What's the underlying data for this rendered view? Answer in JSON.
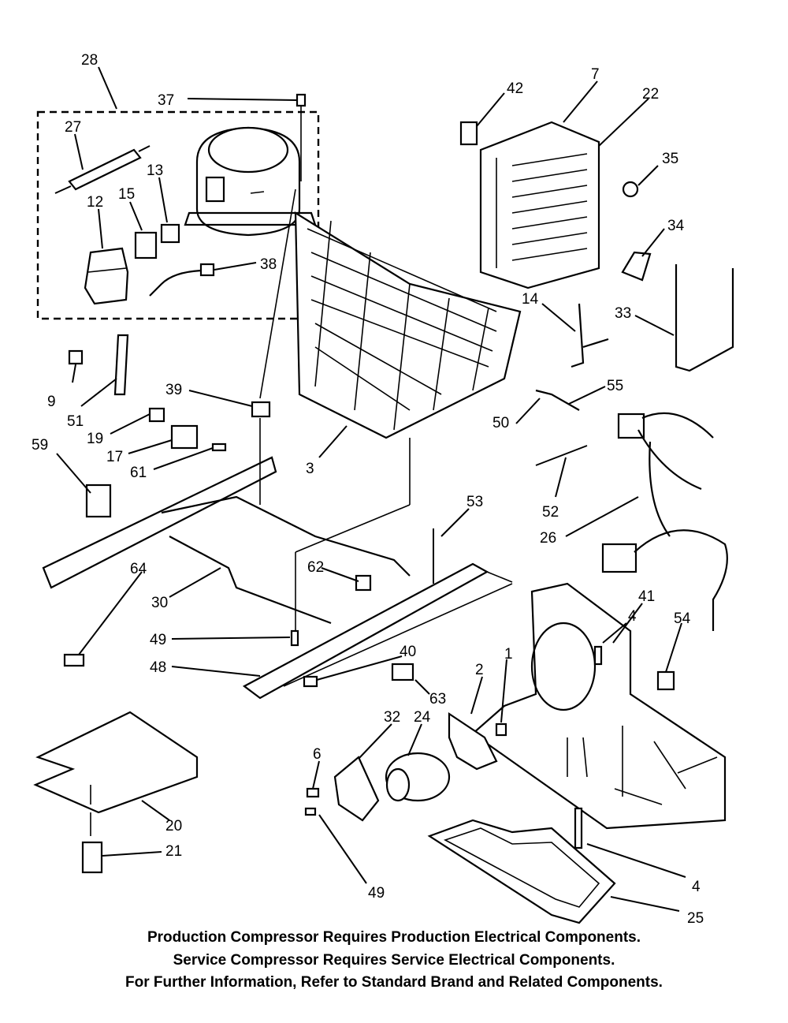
{
  "labels": {
    "l28": "28",
    "l37": "37",
    "l27": "27",
    "l13": "13",
    "l15": "15",
    "l12": "12",
    "l38": "38",
    "l42": "42",
    "l7": "7",
    "l22": "22",
    "l35": "35",
    "l34": "34",
    "l14": "14",
    "l33": "33",
    "l9": "9",
    "l51": "51",
    "l39": "39",
    "l19": "19",
    "l17": "17",
    "l61": "61",
    "l59": "59",
    "l3": "3",
    "l55": "55",
    "l50": "50",
    "l52": "52",
    "l26": "26",
    "l53": "53",
    "l62": "62",
    "l64": "64",
    "l30": "30",
    "l49a": "49",
    "l48": "48",
    "l40": "40",
    "l4a": "4",
    "l41": "41",
    "l54": "54",
    "l63": "63",
    "l2": "2",
    "l1": "1",
    "l32": "32",
    "l24": "24",
    "l6": "6",
    "l20": "20",
    "l21": "21",
    "l49b": "49",
    "l4b": "4",
    "l25": "25"
  },
  "notes": [
    "Production Compressor Requires Production Electrical Components.",
    "Service Compressor Requires Service Electrical Components.",
    "For Further Information, Refer to Standard Brand and Related Components."
  ]
}
